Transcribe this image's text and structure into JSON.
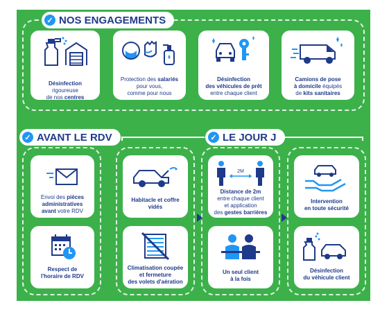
{
  "sections": {
    "engagements_title": "NOS ENGAGEMENTS",
    "avant_title": "AVANT LE RDV",
    "jour_title": "LE JOUR J"
  },
  "engagements": [
    {
      "t1": "Désinfection",
      "t2": "rigoureuse",
      "t3": "de nos ",
      "t3b": "centres",
      "icon": "spray-garage-icon"
    },
    {
      "t1": "Protection des ",
      "t1b": "salariés",
      "t2": "pour vous,",
      "t3": "comme pour nous",
      "icon": "mask-gloves-gel-icon"
    },
    {
      "t1": "Désinfection",
      "t2": "des véhicules de prêt",
      "t3": "entre chaque client",
      "icon": "car-key-icon"
    },
    {
      "t1": "Camions de pose",
      "t2": "à domicile",
      "t2r": " équipés",
      "t3": "de ",
      "t3b": "kits sanitaires",
      "icon": "van-icon"
    }
  ],
  "avant": [
    {
      "l1": "Envoi des ",
      "l1b": "pièces",
      "l2": "administratives",
      "l3b": "avant",
      "l3": " votre RDV",
      "icon": "envelope-icon"
    },
    {
      "l1b": "Respect de",
      "l2b": "l'horaire de RDV",
      "icon": "calendar-clock-icon"
    }
  ],
  "jour": {
    "col1": [
      {
        "l1": "Habitacle et coffre",
        "l2": "vidés",
        "icon": "car-open-trunk-icon"
      },
      {
        "l1": "Climatisation coupée",
        "l2": "et fermeture",
        "l3": "des volets d'aération",
        "icon": "vent-off-icon"
      }
    ],
    "col2": [
      {
        "l1b": "Distance de 2m",
        "l2": "entre chaque client",
        "l3": "et application",
        "l4": "des ",
        "l4b": "gestes barrières",
        "dist": "2M",
        "icon": "distance-people-icon"
      },
      {
        "l1": "Un seul client",
        "l2": "à la fois",
        "icon": "one-client-icon"
      }
    ],
    "col3": [
      {
        "l1": "Intervention",
        "l2": "en toute sécurité",
        "icon": "hand-car-icon"
      },
      {
        "l1": "Désinfection",
        "l2": "du véhicule client",
        "icon": "spray-car-icon"
      }
    ]
  },
  "colors": {
    "green": "#3cb14a",
    "navy": "#1e3a8a",
    "blue": "#2196f3",
    "white": "#ffffff"
  }
}
